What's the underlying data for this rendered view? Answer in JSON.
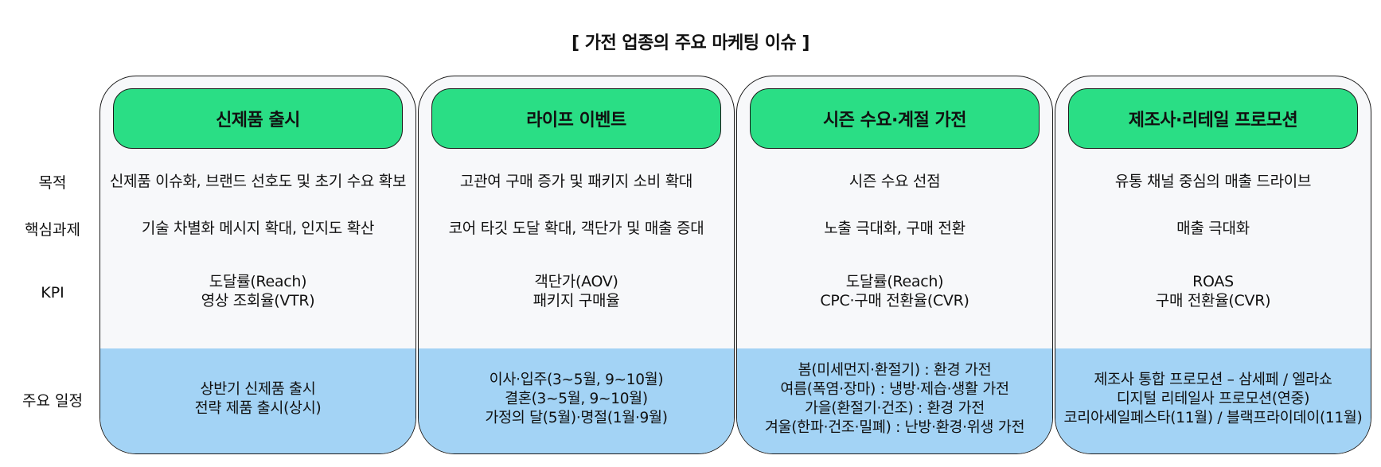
{
  "title": "[ 가전 업종의 주요 마케팅 이슈 ]",
  "row_labels": {
    "purpose": "목적",
    "core_task": "핵심과제",
    "kpi": "KPI",
    "schedule": "주요 일정"
  },
  "columns": [
    {
      "header": "신제품 출시",
      "purpose": "신제품 이슈화, 브랜드 선호도 및 초기 수요 확보",
      "core_task": "기술 차별화 메시지 확대, 인지도 확산",
      "kpi": [
        "도달률(Reach)",
        "영상 조회율(VTR)"
      ],
      "schedule": [
        "상반기 신제품 출시",
        "전략 제품 출시(상시)"
      ]
    },
    {
      "header": "라이프 이벤트",
      "purpose": "고관여 구매 증가 및 패키지 소비 확대",
      "core_task": "코어 타깃 도달 확대, 객단가 및 매출 증대",
      "kpi": [
        "객단가(AOV)",
        "패키지 구매율"
      ],
      "schedule": [
        "이사·입주(3~5월, 9~10월)",
        "결혼(3~5월, 9~10월)",
        "가정의 달(5월)·명절(1월·9월)"
      ]
    },
    {
      "header": "시즌 수요·계절 가전",
      "purpose": "시즌 수요 선점",
      "core_task": "노출 극대화, 구매 전환",
      "kpi": [
        "도달률(Reach)",
        "CPC·구매 전환율(CVR)"
      ],
      "schedule": [
        "봄(미세먼지·환절기) : 환경 가전",
        "여름(폭염·장마) : 냉방·제습·생활 가전",
        "가을(환절기·건조) : 환경 가전",
        "겨울(한파·건조·밀폐) : 난방·환경·위생 가전"
      ]
    },
    {
      "header": "제조사·리테일 프로모션",
      "purpose": "유통 채널 중심의 매출 드라이브",
      "core_task": "매출 극대화",
      "kpi": [
        "ROAS",
        "구매 전환율(CVR)"
      ],
      "schedule": [
        "제조사 통합 프로모션 – 삼세페 / 엘라쇼",
        "디지털 리테일사 프로모션(연중)",
        "코리아세일페스타(11월) / 블랙프라이데이(11월)"
      ]
    }
  ],
  "colors": {
    "header_green": "#2ade85",
    "schedule_blue": "#a3d3f5",
    "panel_bg": "#f7f8fa",
    "border": "#1a1a1a"
  }
}
